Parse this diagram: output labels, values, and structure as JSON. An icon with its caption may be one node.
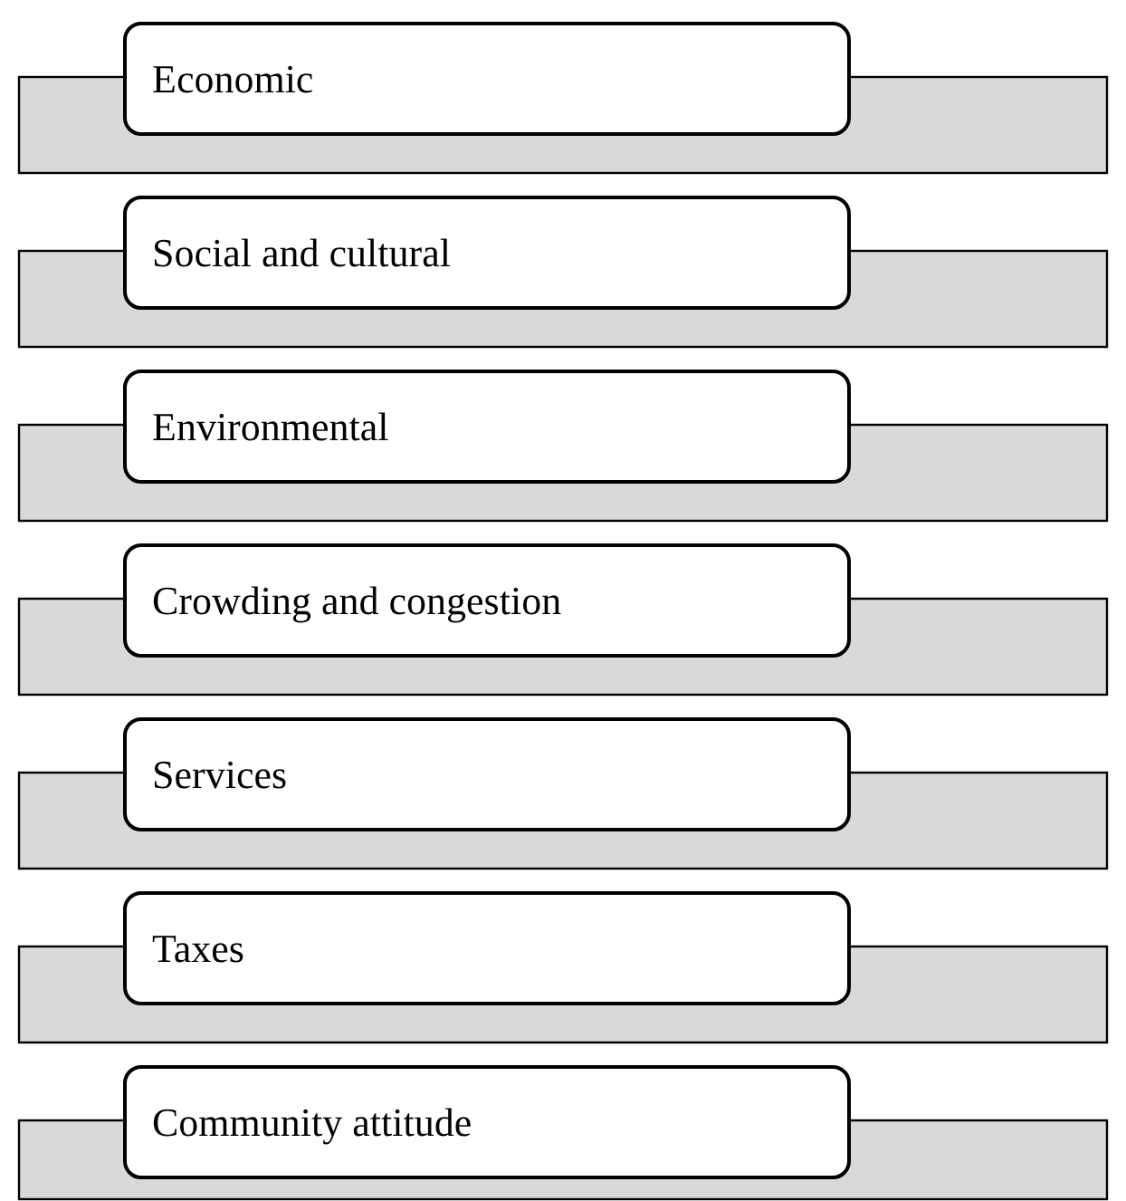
{
  "diagram": {
    "nodes": [
      {
        "text": [
          "Economic"
        ]
      },
      {
        "text": [
          "Social and cultural"
        ]
      },
      {
        "text": [
          "Environmental"
        ]
      },
      {
        "text": [
          "Crowding and congestion"
        ]
      },
      {
        "text": [
          "Services"
        ]
      },
      {
        "text": [
          "Taxes"
        ]
      },
      {
        "text": [
          "Community attitude"
        ]
      }
    ]
  }
}
